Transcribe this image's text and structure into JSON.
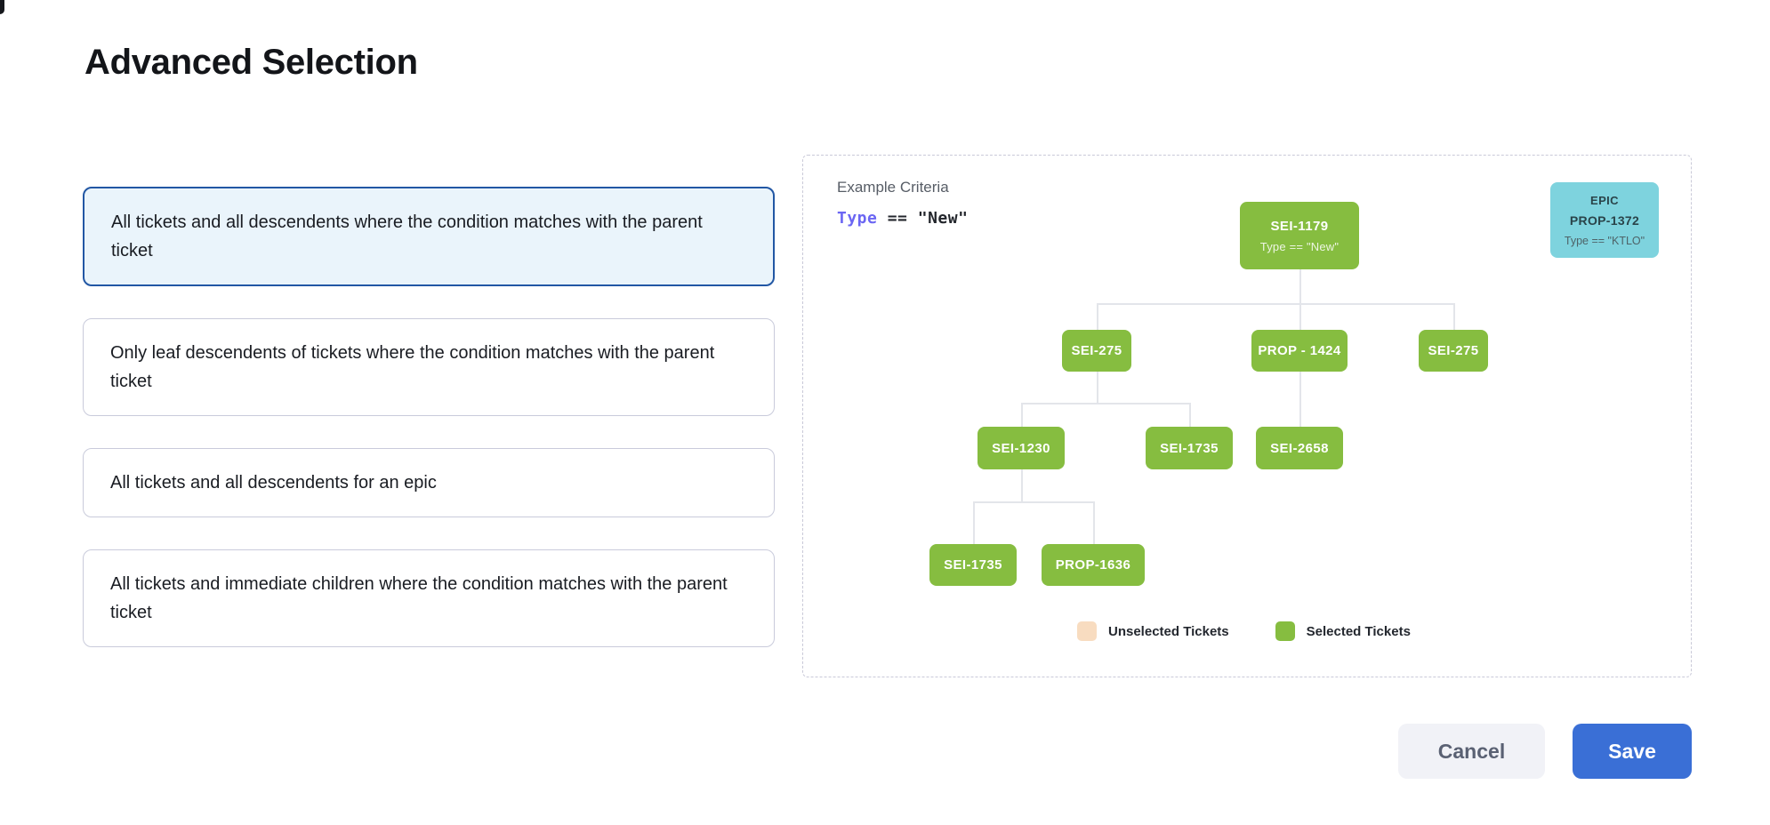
{
  "page": {
    "title": "Advanced Selection"
  },
  "options": [
    {
      "label": "All tickets and all descendents where the condition matches with the parent ticket",
      "selected": true
    },
    {
      "label": "Only leaf descendents of tickets where the condition matches with the parent ticket",
      "selected": false
    },
    {
      "label": "All tickets and all descendents for an epic",
      "selected": false
    },
    {
      "label": "All tickets and immediate children where the condition matches with the parent ticket",
      "selected": false
    }
  ],
  "preview": {
    "criteria_label": "Example Criteria",
    "criteria": {
      "field": "Type",
      "operator": "==",
      "value": "\"New\""
    },
    "epic_card": {
      "line1": "EPIC",
      "line2": "PROP-1372",
      "line3": "Type == \"KTLO\""
    },
    "tree": {
      "root": {
        "label": "SEI-1179",
        "subtitle": "Type == \"New\""
      },
      "level2": [
        "SEI-275",
        "PROP - 1424",
        "SEI-275"
      ],
      "level3": [
        "SEI-1230",
        "SEI-1735",
        "SEI-2658"
      ],
      "level4": [
        "SEI-1735",
        "PROP-1636"
      ]
    },
    "legend": [
      {
        "label": "Unselected Tickets",
        "color": "#f8dcc0"
      },
      {
        "label": "Selected Tickets",
        "color": "#86bd40"
      }
    ]
  },
  "footer": {
    "cancel_label": "Cancel",
    "save_label": "Save"
  },
  "colors": {
    "selected_card_border": "#2257a4",
    "selected_card_bg": "#eaf4fb",
    "node_green": "#86bd40",
    "epic_cyan": "#7ed3de",
    "unselected_peach": "#f8dcc0",
    "save_blue": "#3a6fd6",
    "criteria_field_purple": "#6b66f3"
  }
}
